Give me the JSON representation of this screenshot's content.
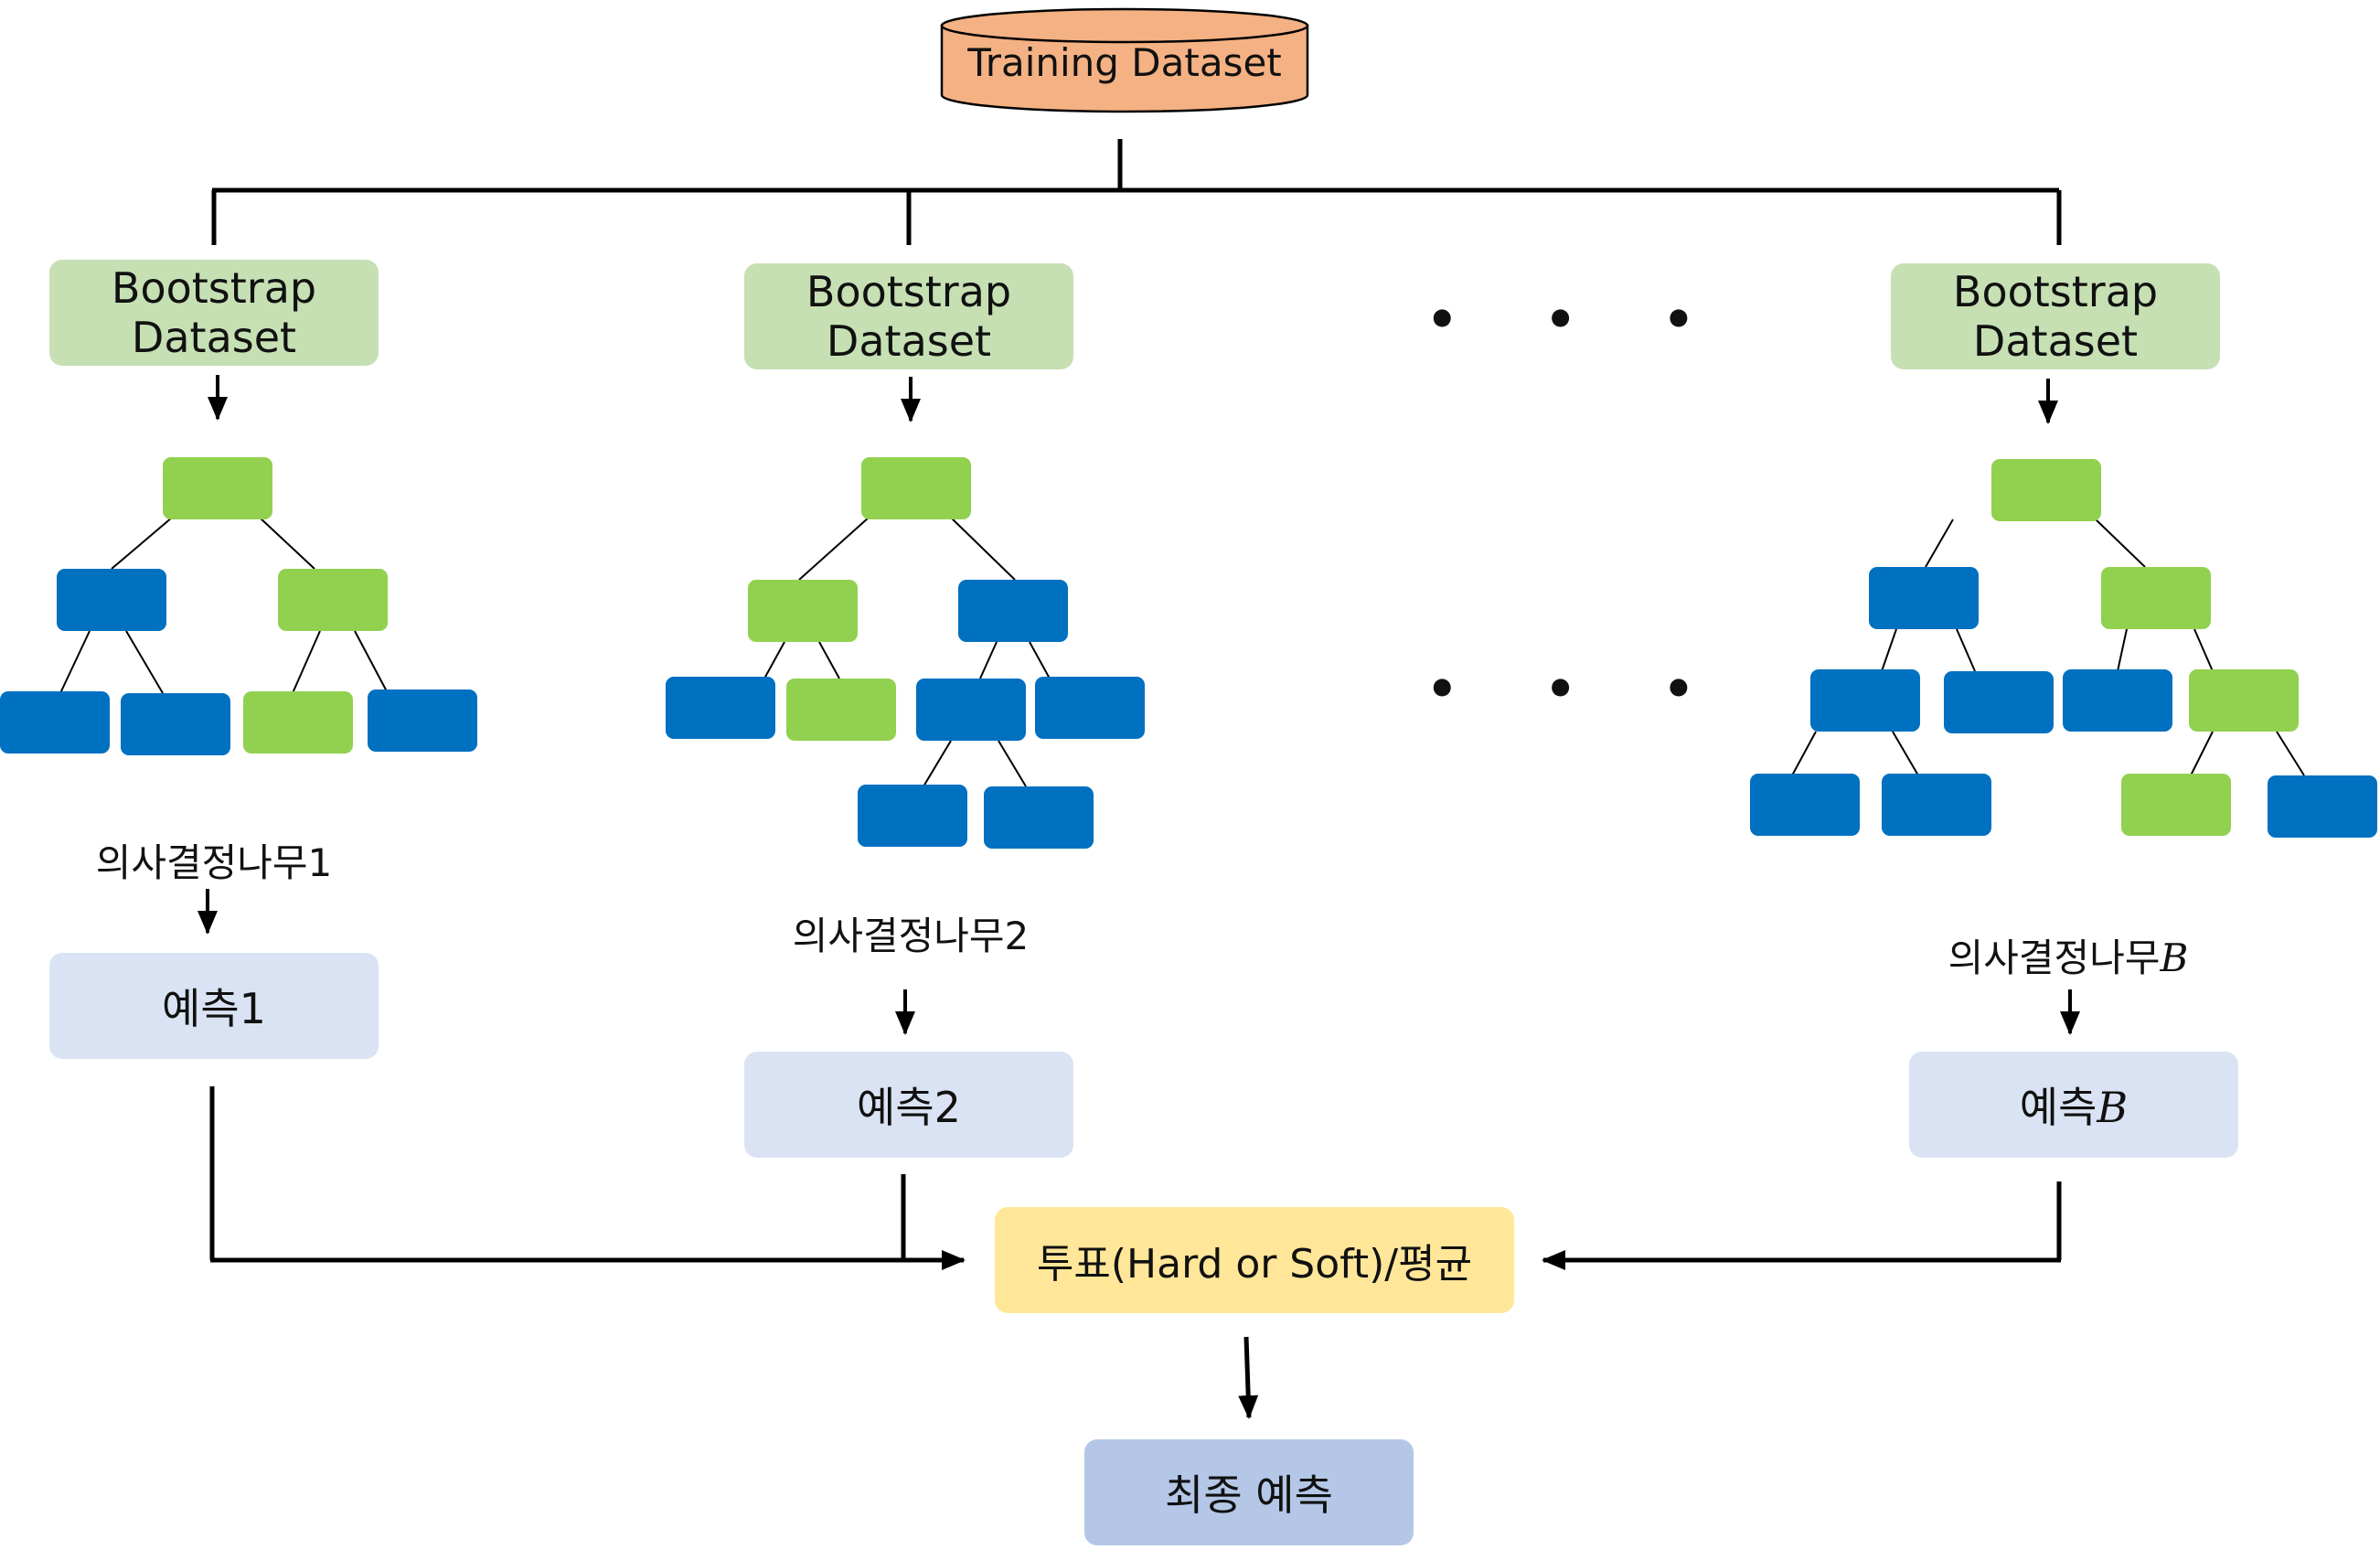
{
  "training_dataset": "Training Dataset",
  "bootstrap": [
    {
      "line1": "Bootstrap",
      "line2": "Dataset"
    },
    {
      "line1": "Bootstrap",
      "line2": "Dataset"
    },
    {
      "line1": "Bootstrap",
      "line2": "Dataset"
    }
  ],
  "trees": {
    "tree1": "의사결정나무1",
    "tree2": "의사결정나무2",
    "treeB_prefix": "의사결정나무",
    "treeB_var": "B"
  },
  "predictions": {
    "pred1": "예측1",
    "pred2": "예측2",
    "predB_prefix": "예측",
    "predB_var": "B"
  },
  "ellipsis": "• • •",
  "aggregate": "투표(Hard or Soft)/평균",
  "final": "최종 예측",
  "colors": {
    "cylinder": "#f4b183",
    "bootstrap_box": "#c6e0b4",
    "split_node": "#92d050",
    "leaf_node": "#0070c0",
    "prediction_box": "#dae3f3",
    "aggregate_box": "#ffe699",
    "final_box": "#b4c7e7"
  }
}
